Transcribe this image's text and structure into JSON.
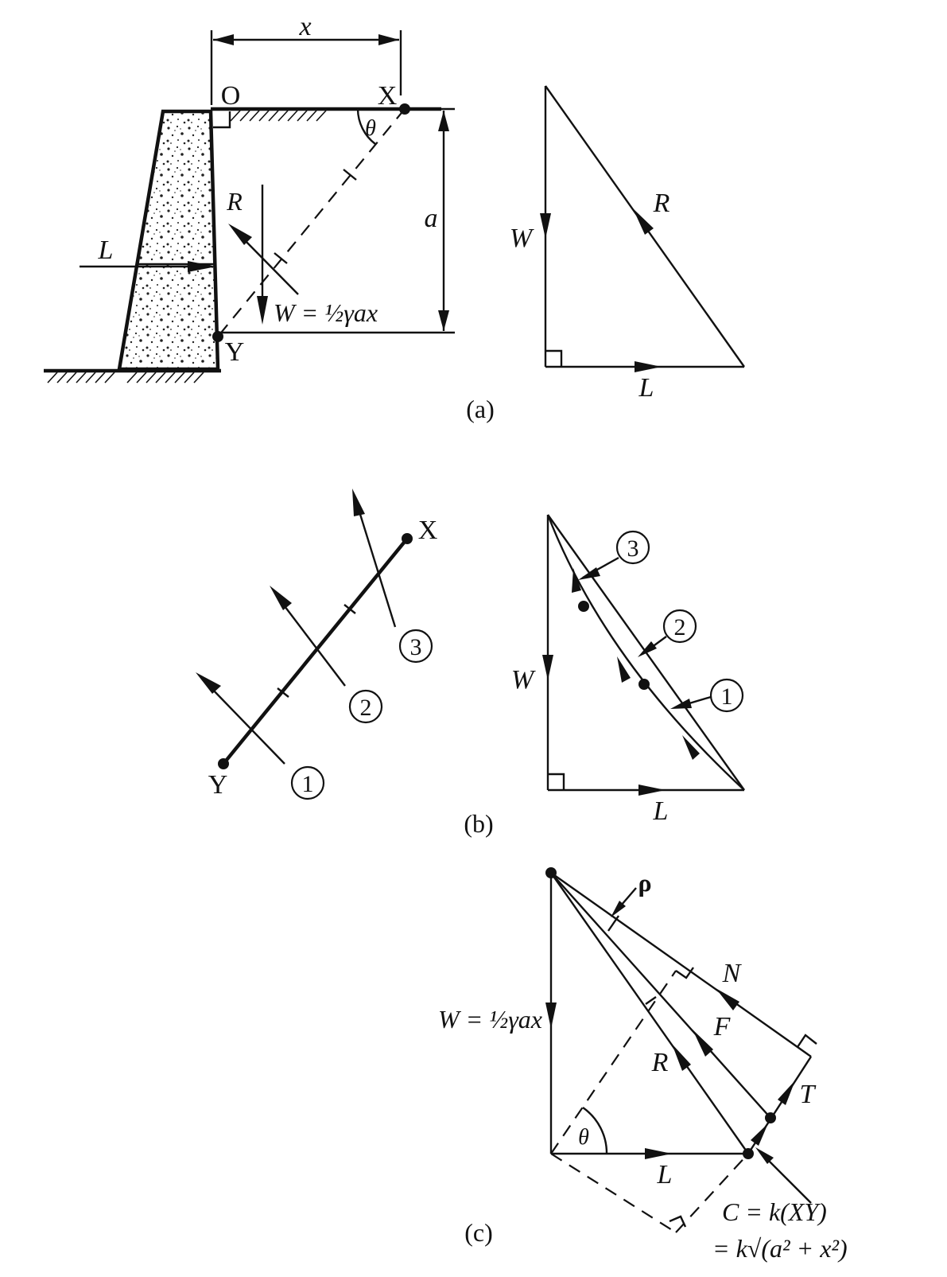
{
  "panel_a": {
    "caption": "(a)",
    "dim_x": "x",
    "pt_O": "O",
    "pt_X": "X",
    "pt_Y": "Y",
    "angle": "θ",
    "dim_a": "a",
    "force_R": "R",
    "force_L": "L",
    "weight_eq": "W = ½γax",
    "tri_W": "W",
    "tri_R": "R",
    "tri_L": "L"
  },
  "panel_b": {
    "caption": "(b)",
    "pt_X": "X",
    "pt_Y": "Y",
    "n1": "1",
    "n2": "2",
    "n3": "3",
    "tri_W": "W",
    "tri_L": "L",
    "tn1": "1",
    "tn2": "2",
    "tn3": "3"
  },
  "panel_c": {
    "caption": "(c)",
    "rho": "ρ",
    "N": "N",
    "F": "F",
    "R": "R",
    "T": "T",
    "L": "L",
    "theta": "θ",
    "weight_eq": "W = ½γax",
    "c_eq1": "C = k(XY)",
    "c_eq2": "= k√(a² + x²)"
  }
}
